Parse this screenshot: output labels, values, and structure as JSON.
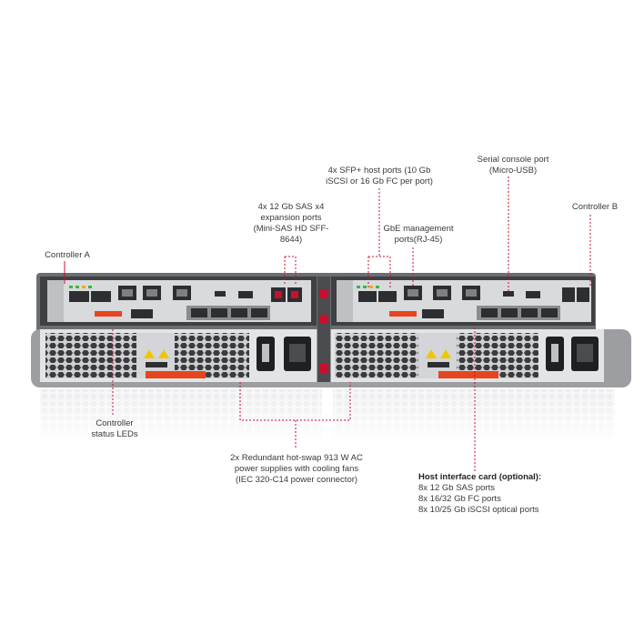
{
  "labels": {
    "sfp": [
      "4x SFP+ host ports (10 Gb",
      "iSCSI or 16 Gb FC per port)"
    ],
    "serial": [
      "Serial console port",
      "(Micro-USB)"
    ],
    "controller_b": "Controller B",
    "sas": [
      "4x 12 Gb SAS x4",
      "expansion ports",
      "(Mini-SAS HD SFF-",
      "8644)"
    ],
    "gbe": [
      "GbE management",
      "ports(RJ-45)"
    ],
    "controller_a": "Controller A",
    "status_leds": [
      "Controller",
      "status LEDs"
    ],
    "psu": [
      "2x Redundant hot-swap 913 W AC",
      "power supplies with cooling fans",
      "(IEC 320-C14 power connector)"
    ],
    "hic_title": "Host interface card (optional):",
    "hic_items": [
      "8x 12 Gb SAS ports",
      "8x 16/32 Gb FC ports",
      "8x 10/25 Gb iSCSI optical ports"
    ]
  },
  "colors": {
    "leader": "#c8102e",
    "chassis": "#5a5c60",
    "bezel": "#3c3e42",
    "psu_face": "#d6d7d9",
    "accent_orange": "#e8451e"
  }
}
